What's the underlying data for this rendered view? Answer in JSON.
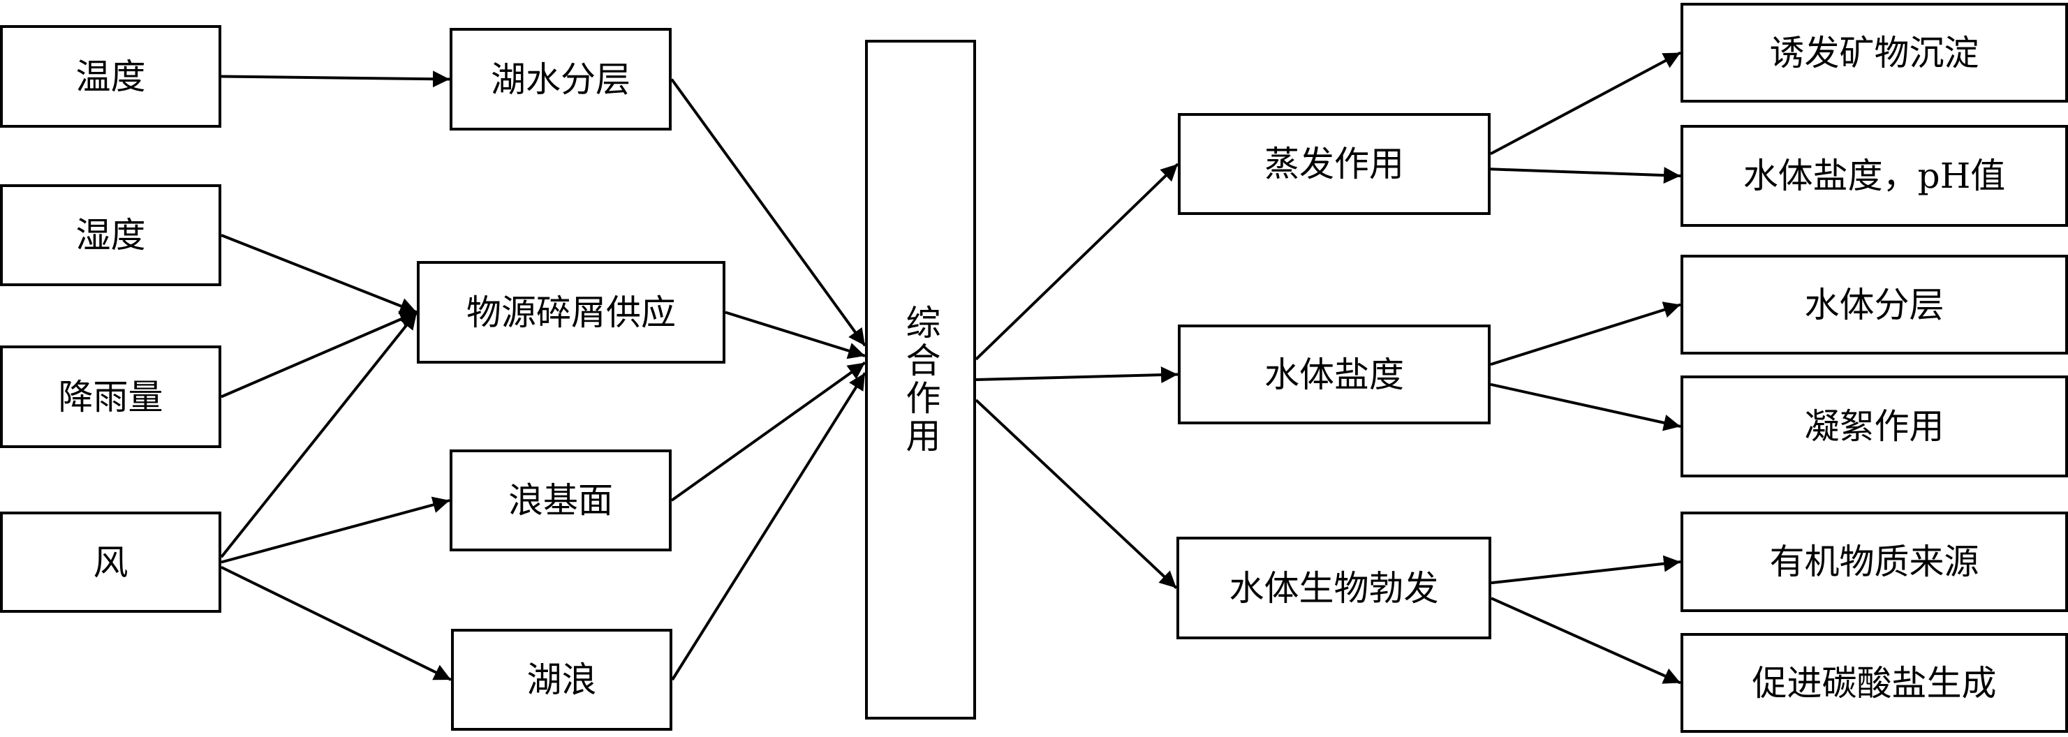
{
  "diagram": {
    "inputs": {
      "temperature": "温度",
      "humidity": "湿度",
      "rainfall": "降雨量",
      "wind": "风"
    },
    "intermediate": {
      "lake_stratification": "湖水分层",
      "source_debris_supply": "物源碎屑供应",
      "wave_base": "浪基面",
      "lake_waves": "湖浪"
    },
    "center": "综合作用",
    "effects": {
      "evaporation": "蒸发作用",
      "water_salinity": "水体盐度",
      "biological_bloom": "水体生物勃发"
    },
    "outcomes": {
      "mineral_precipitation": "诱发矿物沉淀",
      "salinity_ph": "水体盐度，pH值",
      "water_stratification": "水体分层",
      "flocculation": "凝絮作用",
      "organic_source": "有机物质来源",
      "carbonate_formation": "促进碳酸盐生成"
    },
    "edges": [
      [
        "temperature",
        "lake_stratification"
      ],
      [
        "humidity",
        "source_debris_supply"
      ],
      [
        "rainfall",
        "source_debris_supply"
      ],
      [
        "wind",
        "source_debris_supply"
      ],
      [
        "wind",
        "wave_base"
      ],
      [
        "wind",
        "lake_waves"
      ],
      [
        "lake_stratification",
        "center"
      ],
      [
        "source_debris_supply",
        "center"
      ],
      [
        "wave_base",
        "center"
      ],
      [
        "lake_waves",
        "center"
      ],
      [
        "center",
        "evaporation"
      ],
      [
        "center",
        "water_salinity"
      ],
      [
        "center",
        "biological_bloom"
      ],
      [
        "evaporation",
        "mineral_precipitation"
      ],
      [
        "evaporation",
        "salinity_ph"
      ],
      [
        "water_salinity",
        "water_stratification"
      ],
      [
        "water_salinity",
        "flocculation"
      ],
      [
        "biological_bloom",
        "organic_source"
      ],
      [
        "biological_bloom",
        "carbonate_formation"
      ]
    ]
  }
}
